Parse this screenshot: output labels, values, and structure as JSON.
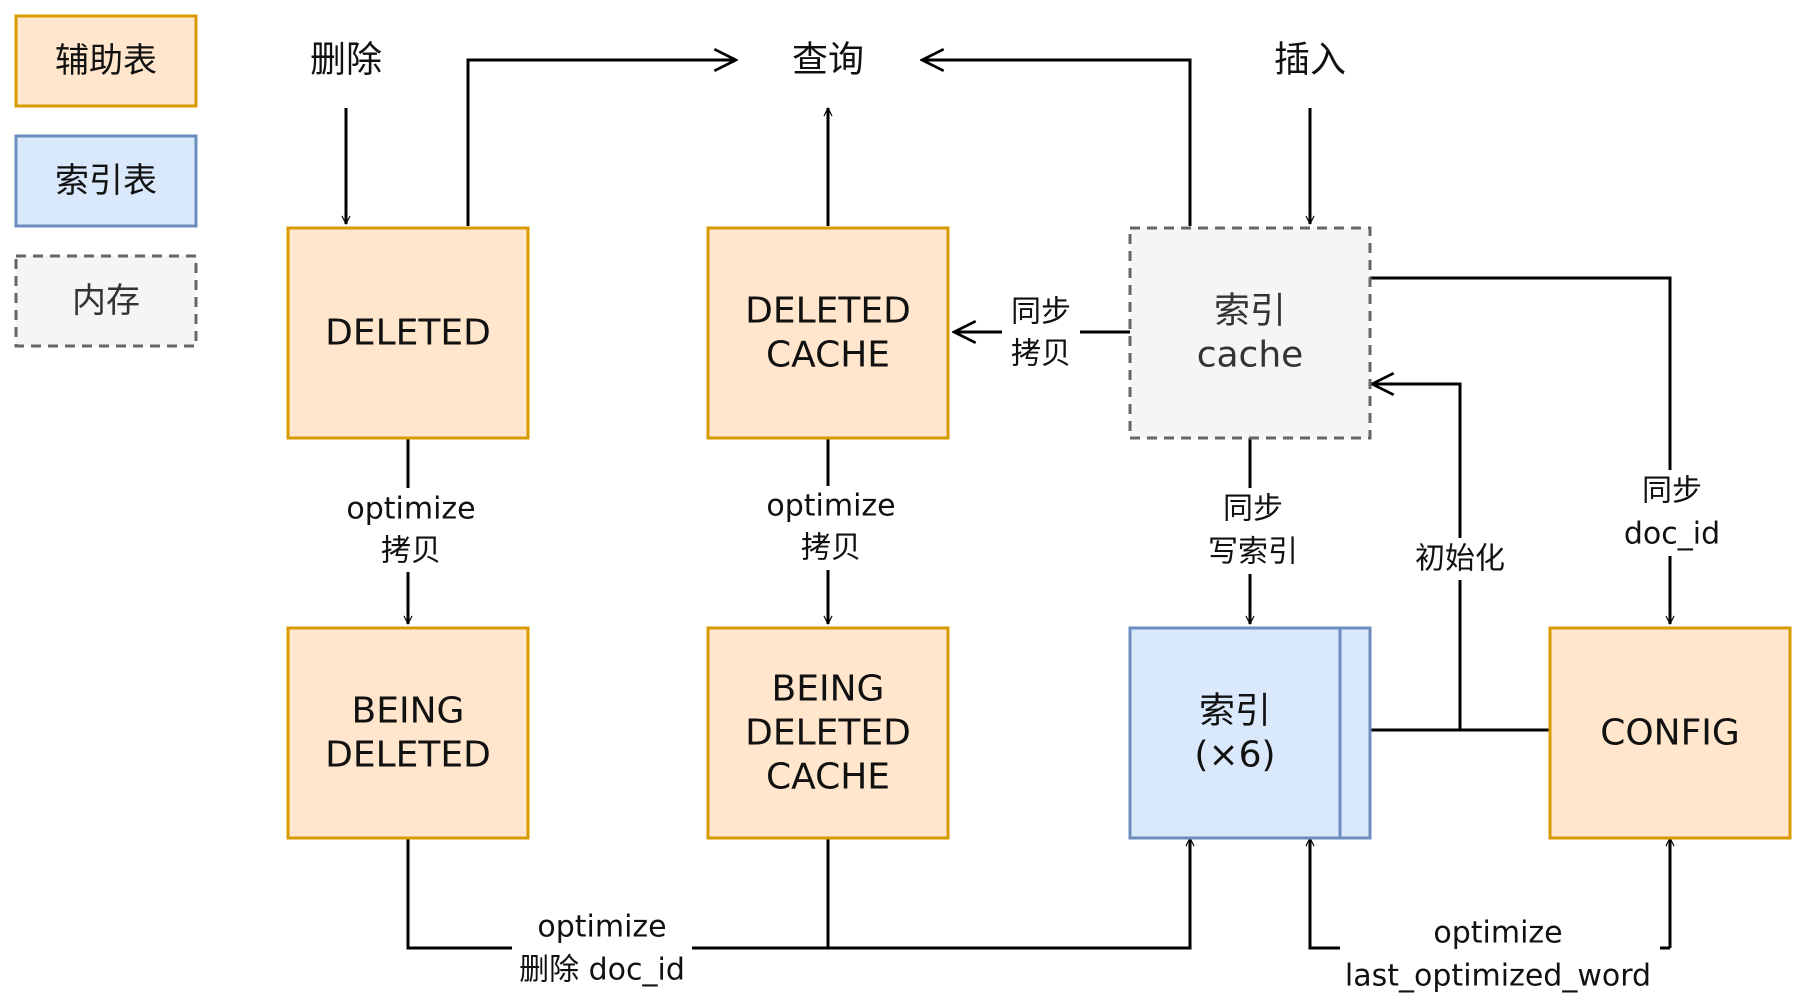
{
  "legend": {
    "auxiliary": "辅助表",
    "index": "索引表",
    "memory": "内存"
  },
  "ops": {
    "delete": "删除",
    "query": "查询",
    "insert": "插入"
  },
  "boxes": {
    "deleted": [
      "DELETED"
    ],
    "deleted_cache": [
      "DELETED",
      "CACHE"
    ],
    "index_cache": [
      "索引",
      "cache"
    ],
    "being_deleted": [
      "BEING",
      "DELETED"
    ],
    "being_deleted_cache": [
      "BEING",
      "DELETED",
      "CACHE"
    ],
    "index": [
      "索引",
      "(×6)"
    ],
    "config": [
      "CONFIG"
    ]
  },
  "edges": {
    "cache_to_deleted_cache": [
      "同步",
      "拷贝"
    ],
    "deleted_optimize": [
      "optimize",
      "拷贝"
    ],
    "deleted_cache_optimize": [
      "optimize",
      "拷贝"
    ],
    "cache_to_index": [
      "同步",
      "写索引"
    ],
    "index_to_cache": [
      "初始化"
    ],
    "cache_to_config": [
      "同步",
      "doc_id"
    ],
    "bottom_left": [
      "optimize",
      "删除 doc_id"
    ],
    "bottom_right": [
      "optimize",
      "last_optimized_word"
    ]
  },
  "colors": {
    "auxiliary_fill": "#ffe6cc",
    "auxiliary_stroke": "#d79b00",
    "index_fill": "#dae8fc",
    "index_stroke": "#6c8ebf",
    "memory_fill": "#f5f5f5",
    "memory_stroke": "#666666"
  }
}
